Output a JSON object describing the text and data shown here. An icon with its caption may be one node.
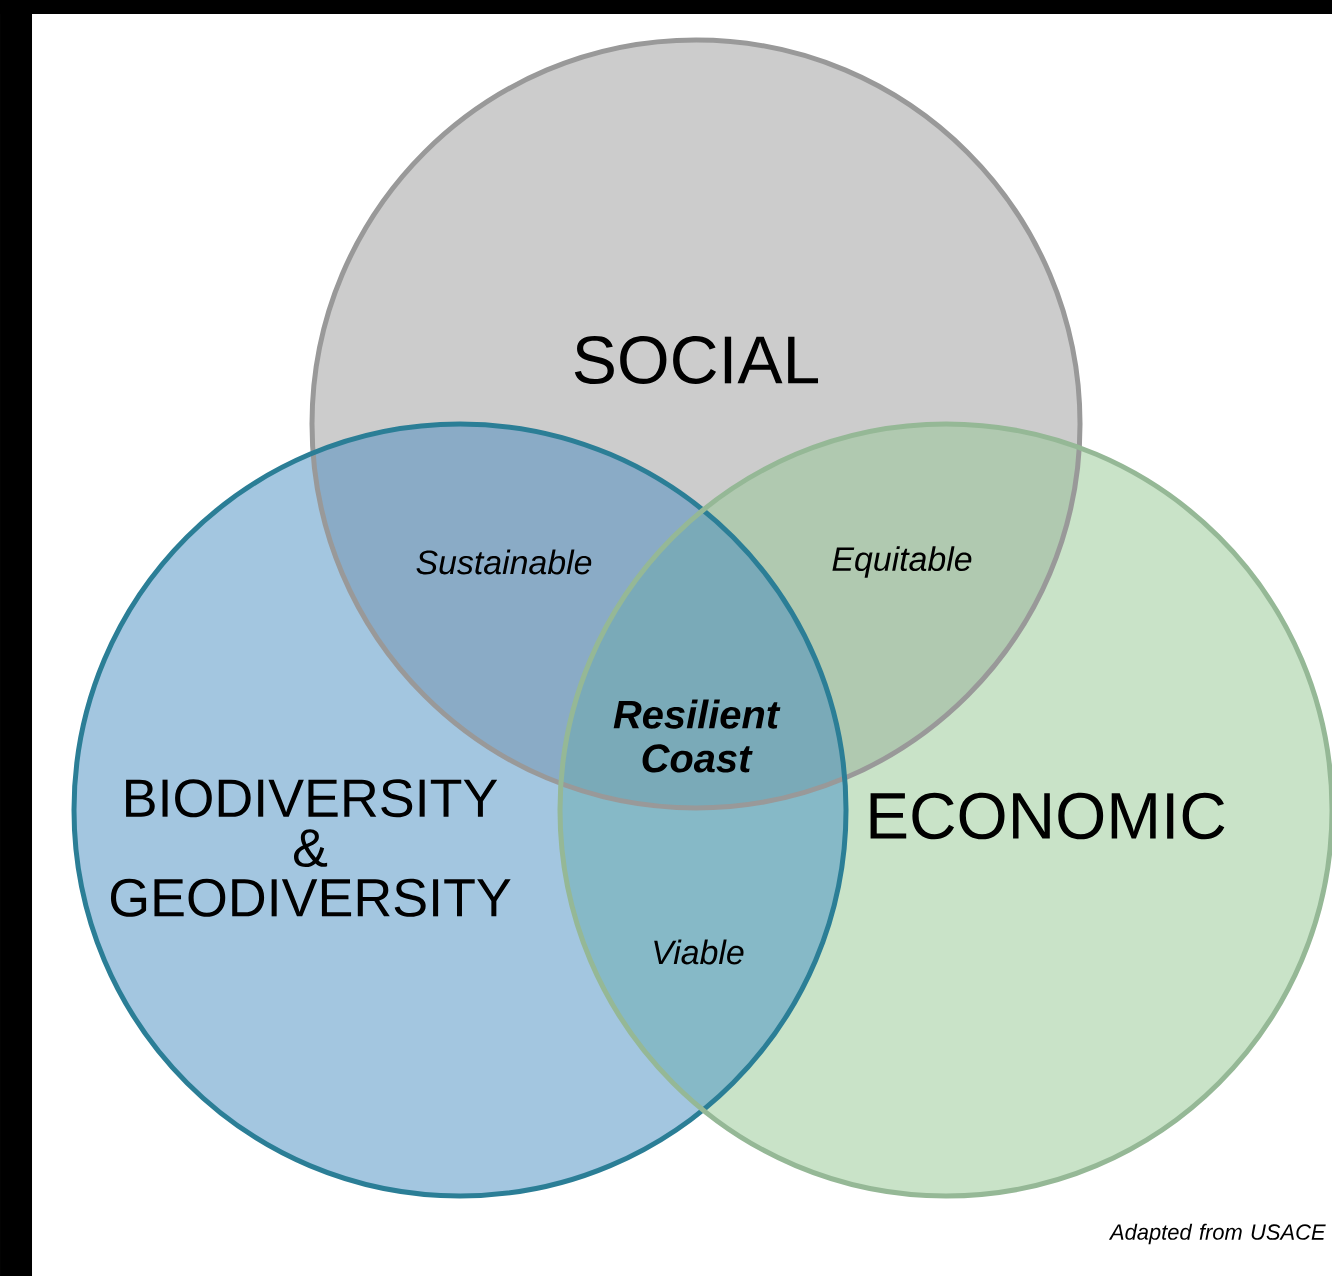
{
  "diagram": {
    "nodes": [
      {
        "text": [
          "SOCIAL"
        ]
      },
      {
        "text": [
          "BIODIVERSITY & GEODIVERSITY"
        ]
      },
      {
        "text": [
          "ECONOMIC"
        ]
      }
    ],
    "labels": [
      "Sustainable",
      "Equitable",
      "Resilient Coast",
      "Viable",
      "Adapted from USACE"
    ]
  }
}
